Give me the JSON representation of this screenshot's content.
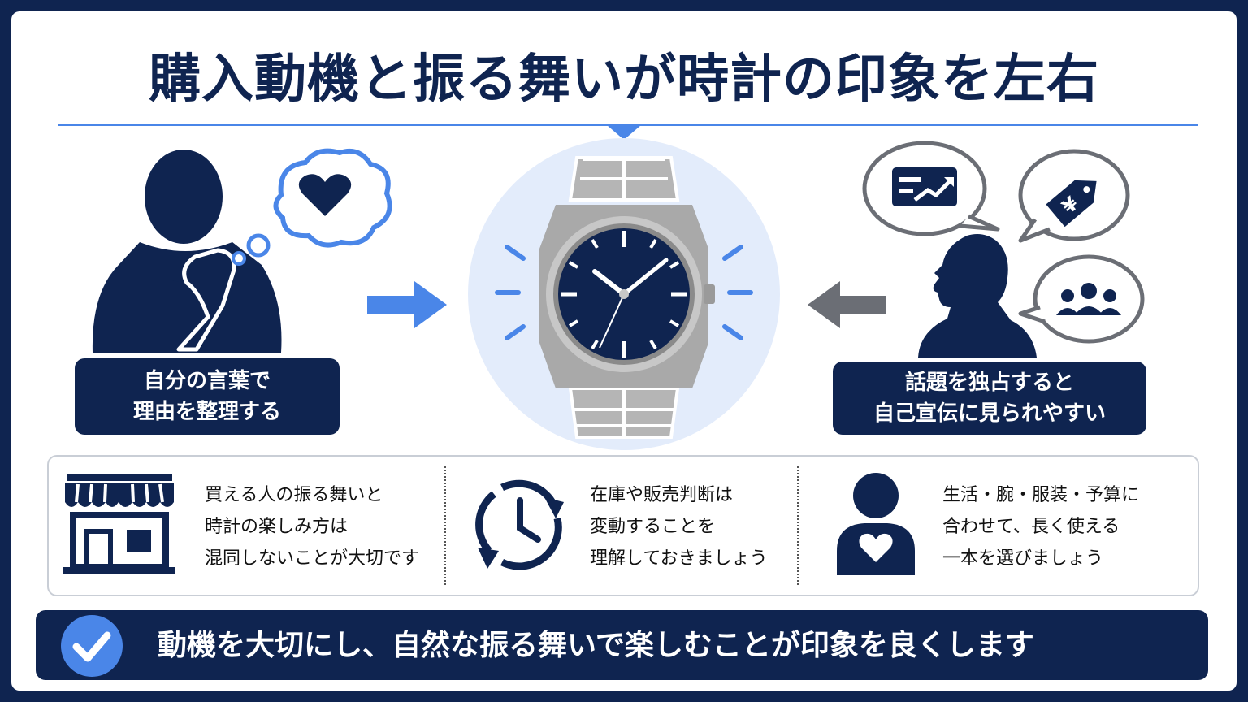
{
  "title": "購入動機と振る舞いが時計の印象を左右",
  "left_label": {
    "line1": "自分の言葉で",
    "line2": "理由を整理する"
  },
  "right_label": {
    "line1": "話題を独占すると",
    "line2": "自己宣伝に見られやすい"
  },
  "price_tag_symbol": "¥",
  "info": [
    {
      "icon": "storefront-icon",
      "lines": [
        "買える人の振る舞いと",
        "時計の楽しみ方は",
        "混同しないことが大切です"
      ]
    },
    {
      "icon": "clock-refresh-icon",
      "lines": [
        "在庫や販売判断は",
        "変動することを",
        "理解しておきましょう"
      ]
    },
    {
      "icon": "person-heart-icon",
      "lines": [
        "生活・腕・服装・予算に",
        "合わせて、長く使える",
        "一本を選びましょう"
      ]
    }
  ],
  "footer": {
    "text": "動機を大切にし、自然な振る舞いで楽しむことが印象を良くします"
  },
  "colors": {
    "navy": "#0f2450",
    "accent_blue": "#4a86e8",
    "gray_arrow": "#6b6e75",
    "watch_silver": "#b5b5b5",
    "glow": "#e3ecfb"
  }
}
